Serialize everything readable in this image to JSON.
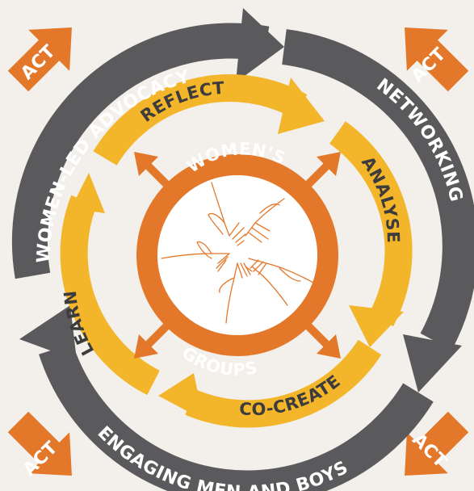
{
  "colors": {
    "background": "#f3efea",
    "outer_ring": "#5a5a5c",
    "middle_ring": "#f3b52a",
    "inner_ring": "#e3782a",
    "corner_arrow": "#e3782a",
    "center_fill": "#ffffff"
  },
  "outer_cycle": [
    "WOMEN-LED ADVOCACY",
    "NETWORKING",
    "ENGAGING MEN AND BOYS"
  ],
  "middle_cycle": [
    "REFLECT",
    "ANALYSE",
    "CO-CREATE",
    "LEARN"
  ],
  "center": {
    "top": "WOMEN'S",
    "bottom": "GROUPS",
    "image": "hands-joined-icon"
  },
  "corner_labels": [
    "ACT",
    "ACT",
    "ACT",
    "ACT"
  ]
}
